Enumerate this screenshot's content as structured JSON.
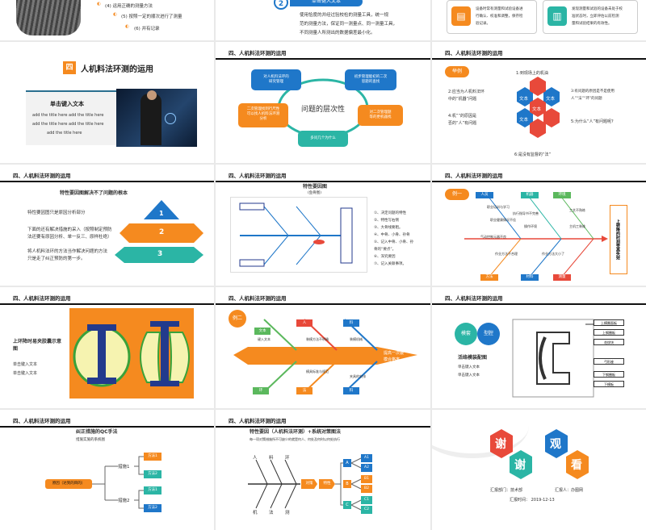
{
  "colors": {
    "orange": "#f58a1f",
    "blue": "#1f77c9",
    "teal": "#2bb5a5",
    "red": "#e8493a",
    "green": "#5bb85d",
    "navy": "#233a8c"
  },
  "header": "四、人机料法环测的运用",
  "r0": {
    "items": [
      "(4)  运用正确的测量方法",
      "(5)  按照一定的顺次进行了测量",
      "(6)  并有记录"
    ],
    "num": "2",
    "num_title": "单击键入文本",
    "body": [
      "使用恰度的并经过验校检的测量工具，统一规",
      "范的测量方法，保证同一测量点、同一测量工具，",
      "不同测量人所测出的数据偏差最小化。"
    ],
    "card1": [
      "设备时常有测量和试验设备进",
      "行确认、校准和调整，保存检",
      "验记录。"
    ],
    "card2": [
      "发现测量和试验的设备未处于校",
      "准状态时，立即评估以前检测",
      "量和试验结果的有效性。"
    ]
  },
  "s1": {
    "num": "四",
    "title": "人机料法环测的运用",
    "sub": "单击键入文本",
    "body": [
      "add the title here add the title here",
      "add the title here add the title here",
      "add the title here"
    ]
  },
  "s2": {
    "center": "问题的层次性",
    "b1": [
      "对人机料法环的",
      "研究管理"
    ],
    "b2": [
      "初步管理能初的二次",
      "思题的查找"
    ],
    "b3": [
      "二次管理找到行尺性",
      "可以找人机料法环测",
      "分析"
    ],
    "b4": [
      "对二次管理题",
      "等的更机器找"
    ],
    "b5": [
      "多问几个为什么"
    ]
  },
  "s3": {
    "tag": "举例",
    "top": "1:到现场上的机油",
    "q2": [
      "2:应当为人机料法环",
      "中的“机器”问题"
    ],
    "q3": [
      "3:有问题的原因是不是使用",
      "人”“法”“环”的问题"
    ],
    "q4": [
      "4:机”“的原因是",
      "否的“人”有问题"
    ],
    "q5": "5:为什么“人”有问题呢?",
    "q6": "6:是没有监督的“法”",
    "hex": "文本",
    "center": "文本"
  },
  "s4": {
    "title": "特性要因图只是原因分析部分",
    "heading": "特性要因图解决不了问题的根本",
    "t2": [
      "下面的还有解决措施的采入（按照制定预防",
      "法还要有原因分析、单一反三、原样杜绝）"
    ],
    "t3": [
      "将人机料法环的方法当作解决问题的方法",
      "只是走了纠正预防的第一步。"
    ],
    "n": [
      "1",
      "2",
      "3"
    ]
  },
  "s5": {
    "heading": "特性要因图",
    "sub": "(鱼骨图)",
    "list": [
      "①、决定问题的特性",
      "②、特性写右侧",
      "③、大骨线要粗。",
      "④、中骨、小骨、孙骨",
      "⑤、记入中骨、小骨、孙",
      "    骨的“要点”。",
      "⑥、深究要因",
      "⑦、记入关联事项。"
    ],
    "m": [
      "特性",
      "1",
      "2",
      "3",
      "4",
      "5",
      "6",
      "7"
    ]
  },
  "s6": {
    "tag": "例一",
    "result": "上转降的时刻受高失效",
    "causes": [
      "职业培训与学习",
      "执行指导书不完善",
      "职业健康情况不佳",
      "工艺不熟练",
      "精心操作、辅导与习题",
      "操作环境",
      "检验评估的影响",
      "测量工具不良",
      "主机工装维",
      "气动控制元器不良",
      "电源控制",
      "作业方法不合理",
      "作业方法大小了"
    ],
    "bones": [
      "人员",
      "机器",
      "环境",
      "方法",
      "材料",
      "测量"
    ]
  },
  "s7": {
    "title": "上环降时易夹胶囊示意图",
    "body": [
      "单击键入文本",
      "单击键入文本"
    ]
  },
  "s8": {
    "tag": "例二",
    "head": [
      "人",
      "料",
      "环",
      "法"
    ],
    "wen": "文本",
    "result": [
      "提高一次装",
      "模合格率"
    ],
    "lines": [
      "键入文本",
      "装备人员发现问题能力不强，操作不够熟练",
      "装模工艺培训",
      "外协模具质量不够高",
      "装模方法不明确",
      "模具标准与规范",
      "装模机械",
      "夹具的安排"
    ]
  },
  "s9": {
    "left": [
      "模套",
      "型腔"
    ],
    "title": "活络模装配图",
    "body": [
      "单击键入文本",
      "单击键入文本"
    ],
    "labels": [
      "上模圈面板",
      "上钢圈板",
      "花纹块",
      "弓形座",
      "下钢圈板",
      "下模板"
    ]
  },
  "s10": {
    "heading": "纠正措施的QC手法",
    "sub": "措施实施的系统图",
    "root": "原因（达到的目的）",
    "m1": "措施1",
    "m2": "措施2",
    "leaf": [
      "方法1",
      "方法2",
      "方法1",
      "方法2"
    ]
  },
  "s11": {
    "heading": "特性要因（人机料法环测）+系统对策图法",
    "sub": "每一项对策措施所不可缺少的就是何人、何处及何时以何处执行",
    "bones": [
      "人",
      "料",
      "环",
      "机",
      "法",
      "测"
    ],
    "fish": [
      "对策",
      "特性"
    ],
    "abc": [
      "A",
      "B",
      "C"
    ],
    "leaf": [
      "A1",
      "A2",
      "B1",
      "B2",
      "C1",
      "C2"
    ]
  },
  "s12": {
    "hex": [
      "谢",
      "观",
      "谢",
      "看"
    ],
    "line1a": "汇报部门：技术部",
    "line1b": "汇报人：办图网",
    "line2": "汇报时间：  2019-12-13"
  }
}
